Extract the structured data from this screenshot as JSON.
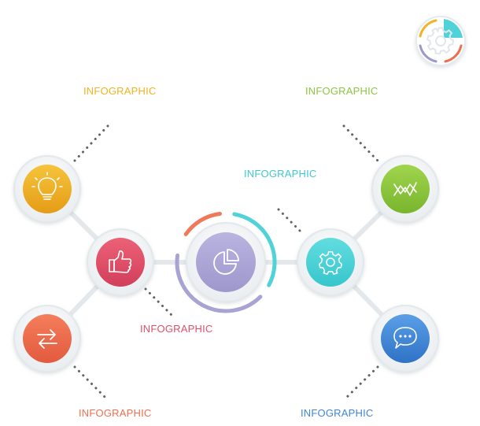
{
  "labels": {
    "top_left": "INFOGRAPHIC",
    "top_right": "INFOGRAPHIC",
    "mid": "INFOGRAPHIC",
    "center": "INFOGRAPHIC",
    "bottom_left": "INFOGRAPHIC",
    "bottom_right": "INFOGRAPHIC"
  },
  "colors": {
    "yellow": "#f0b323",
    "red": "#e0506a",
    "orange": "#ef6e4e",
    "purple": "#a9a3d3",
    "cyan": "#4fd3d8",
    "green": "#8dc63f",
    "blue": "#3f86d6",
    "label_yellow": "#f0b323",
    "label_green": "#8dc63f",
    "label_cyan": "#3fc8d0",
    "label_red": "#e0506a",
    "label_orange": "#ef6e4e",
    "label_blue": "#3f86d6"
  },
  "nodes": {
    "lightbulb": "lightbulb-icon",
    "thumbs_up": "thumbs-up-icon",
    "arrows": "swap-arrows-icon",
    "pie": "pie-chart-icon",
    "gear": "gear-icon",
    "chart": "line-chart-icon",
    "chat": "chat-bubble-icon"
  }
}
